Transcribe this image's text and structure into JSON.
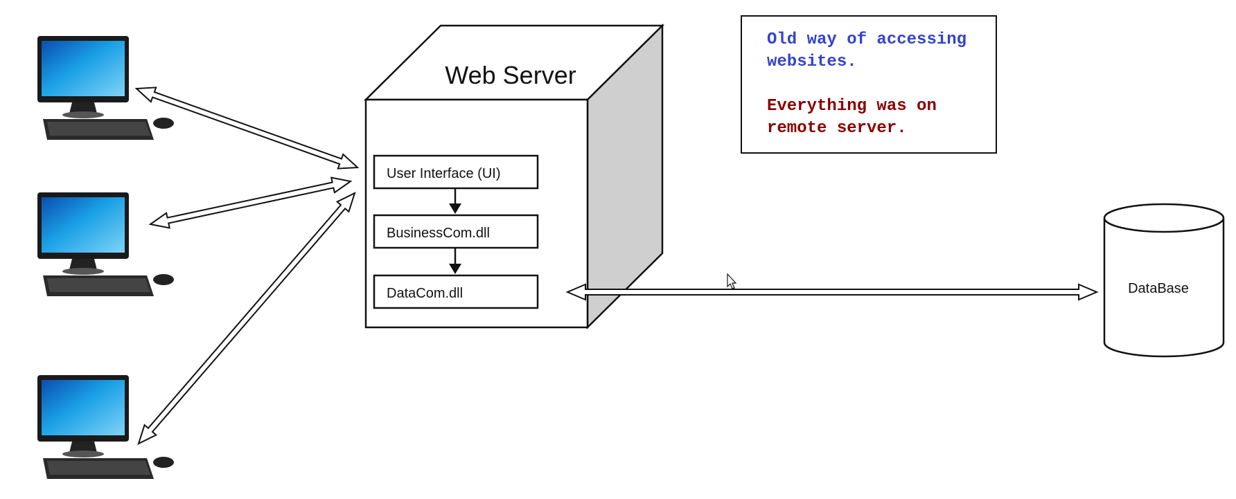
{
  "diagram": {
    "server_title": "Web Server",
    "layers": [
      {
        "label": "User Interface (UI)"
      },
      {
        "label": "BusinessCom.dll"
      },
      {
        "label": "DataCom.dll"
      }
    ],
    "database_label": "DataBase",
    "clients": [
      {
        "icon": "desktop-computer-icon"
      },
      {
        "icon": "desktop-computer-icon"
      },
      {
        "icon": "desktop-computer-icon"
      }
    ]
  },
  "note": {
    "line1": "Old way of accessing websites.",
    "line2": "Everything was on remote server.",
    "color1": "#3344cc",
    "color2": "#8b0000"
  }
}
